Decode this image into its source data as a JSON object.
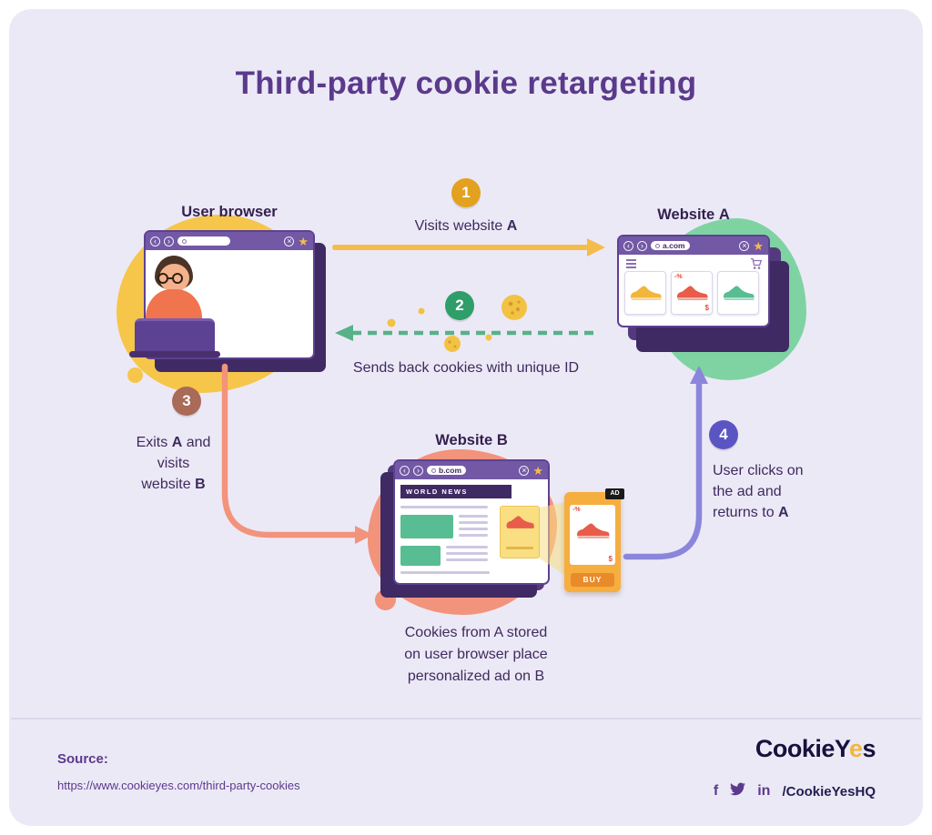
{
  "title": "Third-party cookie retargeting",
  "icons": {
    "back": "‹",
    "forward": "›",
    "close": "×",
    "star": "★"
  },
  "user_browser": {
    "label": "User browser"
  },
  "website_a": {
    "label": "Website ",
    "label_bold": "A",
    "url": "a.com",
    "discount_badge": "-%",
    "price_symbol": "$"
  },
  "website_b": {
    "label": "Website ",
    "label_bold": "B",
    "url": "b.com",
    "news_header": "WORLD NEWS",
    "caption_line1": "Cookies from A stored",
    "caption_line2": "on user browser place",
    "caption_line3": "personalized ad on B"
  },
  "ad_card": {
    "badge": "AD",
    "discount": "-%",
    "price": "$",
    "buy_label": "BUY"
  },
  "steps": {
    "step1": {
      "number": "1",
      "text": "Visits website ",
      "text_bold": "A"
    },
    "step2": {
      "number": "2",
      "text": "Sends back cookies with unique ID"
    },
    "step3": {
      "number": "3",
      "line1": "Exits ",
      "line1_bold": "A",
      "line1_end": " and",
      "line2": "visits",
      "line3": "website ",
      "line3_bold": "B"
    },
    "step4": {
      "number": "4",
      "line1": "User clicks on",
      "line2": "the ad and",
      "line3": "returns to ",
      "line3_bold": "A"
    }
  },
  "footer": {
    "source_label": "Source:",
    "source_url": "https://www.cookieyes.com/third-party-cookies",
    "logo_part1": "Cookie",
    "logo_part2": "Y",
    "logo_part3": "e",
    "logo_part4": "s",
    "social_handle": "/CookieYesHQ"
  },
  "colors": {
    "background": "#ECE9F6",
    "title": "#5B3A8C",
    "step1_yellow": "#E3A120",
    "step2_green": "#2F9E68",
    "step3_terracotta": "#A96A58",
    "step4_indigo": "#5B55C4",
    "arrow_yellow": "#F4BC4A",
    "arrow_green": "#57B287",
    "arrow_salmon": "#F2937B",
    "arrow_purple": "#8B85DB",
    "browser_purple": "#5D4192",
    "blob_yellow": "#F6C64A",
    "blob_green": "#7FD3A3",
    "blob_salmon": "#F2937B",
    "cookie": "#F2C243"
  }
}
